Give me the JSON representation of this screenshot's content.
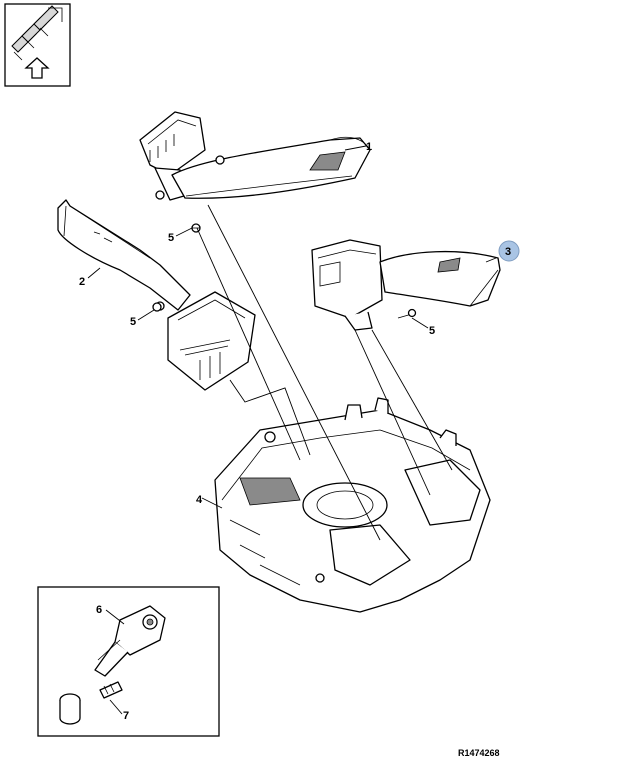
{
  "callouts": {
    "c1": "1",
    "c2": "2",
    "c3": "3",
    "c4": "4",
    "c5a": "5",
    "c5b": "5",
    "c5c": "5",
    "c6": "6",
    "c7": "7"
  },
  "highlight_color": "#a9c4e4",
  "icons": {
    "corner": "exploded-view-arrow-icon"
  },
  "reference_code": "R1474268"
}
